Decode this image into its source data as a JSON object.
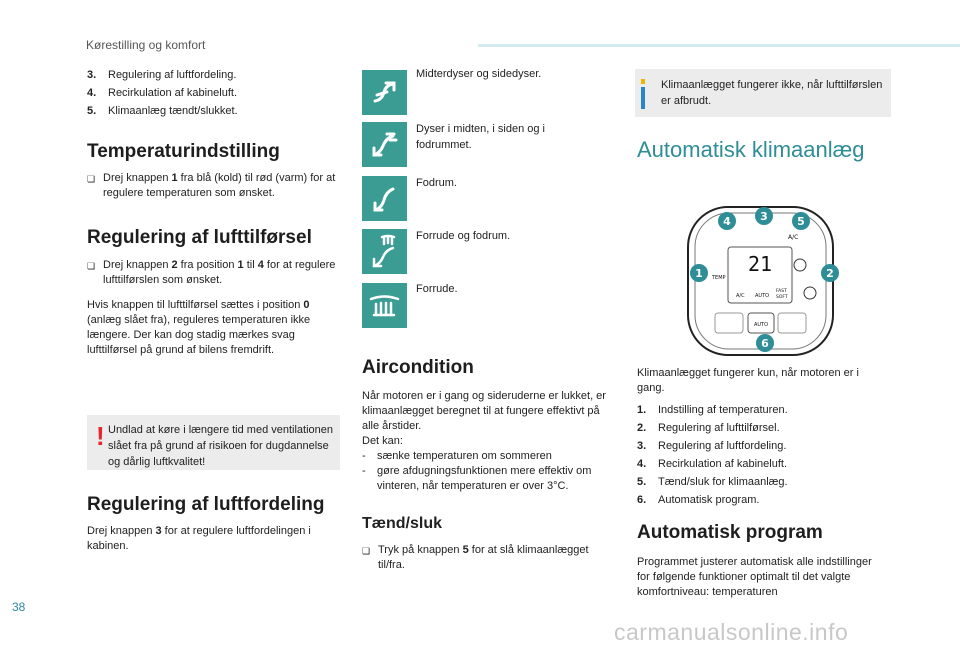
{
  "header": {
    "section": "Kørestilling og komfort"
  },
  "page_number": "38",
  "watermark": "carmanualsonline.info",
  "left_column": {
    "numbered": [
      {
        "n": "3.",
        "text": "Regulering af luftfordeling."
      },
      {
        "n": "4.",
        "text": "Recirkulation af kabineluft."
      },
      {
        "n": "5.",
        "text": "Klimaanlæg tændt/slukket."
      }
    ],
    "temp_title": "Temperaturindstilling",
    "temp_bullet_a": "Drej knappen ",
    "temp_bullet_num": "1",
    "temp_bullet_b": " fra blå (kold) til rød (varm) for at regulere temperaturen som ønsket.",
    "flow_title": "Regulering af lufttilførsel",
    "flow_bullet_a": "Drej knappen ",
    "flow_bullet_n1": "2",
    "flow_bullet_b": " fra position ",
    "flow_bullet_n2": "1",
    "flow_bullet_c": " til ",
    "flow_bullet_n3": "4",
    "flow_bullet_d": " for at regulere lufttilførslen som ønsket.",
    "flow_para_a": "Hvis knappen til lufttilførsel sættes i position ",
    "flow_para_zero": "0",
    "flow_para_b": " (anlæg slået fra), reguleres temperaturen ikke længere. Der kan dog stadig mærkes svag lufttilførsel på grund af bilens fremdrift.",
    "warning": "Undlad at køre i længere tid med ventilationen slået fra på grund af risikoen for dugdannelse og dårlig luftkvalitet!",
    "dist_title": "Regulering af luftfordeling",
    "dist_para_a": "Drej knappen ",
    "dist_para_num": "3",
    "dist_para_b": " for at regulere luftfordelingen i kabinen."
  },
  "middle_column": {
    "icons": [
      {
        "icon": "vent-face-icon",
        "label": "Midterdyser og sidedyser."
      },
      {
        "icon": "vent-face-feet-icon",
        "label": "Dyser i midten, i siden og i fodrummet."
      },
      {
        "icon": "vent-feet-icon",
        "label": "Fodrum."
      },
      {
        "icon": "defrost-feet-icon",
        "label": "Forrude og fodrum."
      },
      {
        "icon": "defrost-windscreen-icon",
        "label": "Forrude."
      }
    ],
    "ac_title": "Aircondition",
    "ac_para": "Når motoren er i gang og sideruderne er lukket, er klimaanlægget beregnet til at fungere effektivt på alle årstider.",
    "ac_can": "Det kan:",
    "ac_dash": [
      "sænke temperaturen om sommeren",
      "gøre afdugningsfunktionen mere effektiv om vinteren, når temperaturen er over 3°C."
    ],
    "onoff_title": "Tænd/sluk",
    "onoff_a": "Tryk på knappen ",
    "onoff_num": "5",
    "onoff_b": " for at slå klimaanlægget til/fra."
  },
  "right_column": {
    "info": "Klimaanlægget fungerer ikke, når lufttilførslen er afbrudt.",
    "auto_title": "Automatisk klimaanlæg",
    "panel": {
      "display": "21",
      "btn_ac": "A/C",
      "btn_temp": "TEMP",
      "btn_auto": "AUTO",
      "btn_fast": "FAST",
      "btn_soft": "SOFT",
      "callouts": [
        "1",
        "2",
        "3",
        "4",
        "5",
        "6"
      ]
    },
    "para": "Klimaanlægget fungerer kun, når motoren er i gang.",
    "numbered": [
      {
        "n": "1.",
        "text": "Indstilling af temperaturen."
      },
      {
        "n": "2.",
        "text": "Regulering af lufttilførsel."
      },
      {
        "n": "3.",
        "text": "Regulering af luftfordeling."
      },
      {
        "n": "4.",
        "text": "Recirkulation af kabineluft."
      },
      {
        "n": "5.",
        "text": "Tænd/sluk for klimaanlæg."
      },
      {
        "n": "6.",
        "text": "Automatisk program."
      }
    ],
    "prog_title": "Automatisk program",
    "prog_para": "Programmet justerer automatisk alle indstillinger for følgende funktioner optimalt til det valgte komfortniveau: temperaturen"
  },
  "colors": {
    "accent": "#2e8d97",
    "icon_bg": "#3a9c92",
    "warning": "#e5282f",
    "box_bg": "#ececec"
  }
}
